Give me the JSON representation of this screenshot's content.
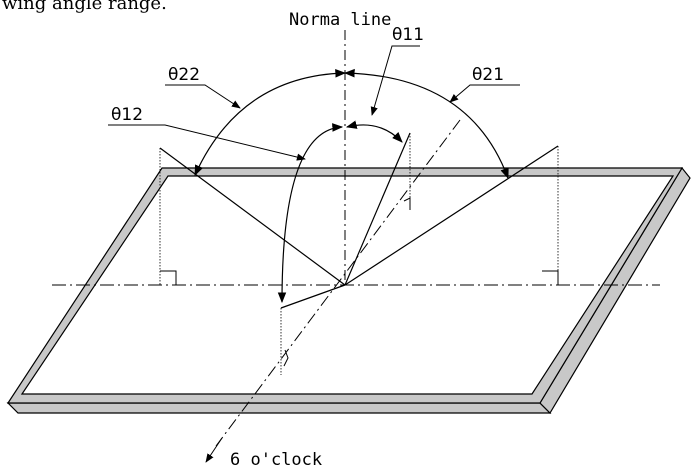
{
  "header_fragment": "wing angle range.",
  "labels": {
    "normal_line": "Norma line",
    "theta11": "θ11",
    "theta12": "θ12",
    "theta21": "θ21",
    "theta22": "θ22",
    "six_oclock": "6 o'clock"
  },
  "colors": {
    "panel_fill": "#c8c8c8",
    "panel_inner": "#ffffff",
    "line": "#000000"
  }
}
